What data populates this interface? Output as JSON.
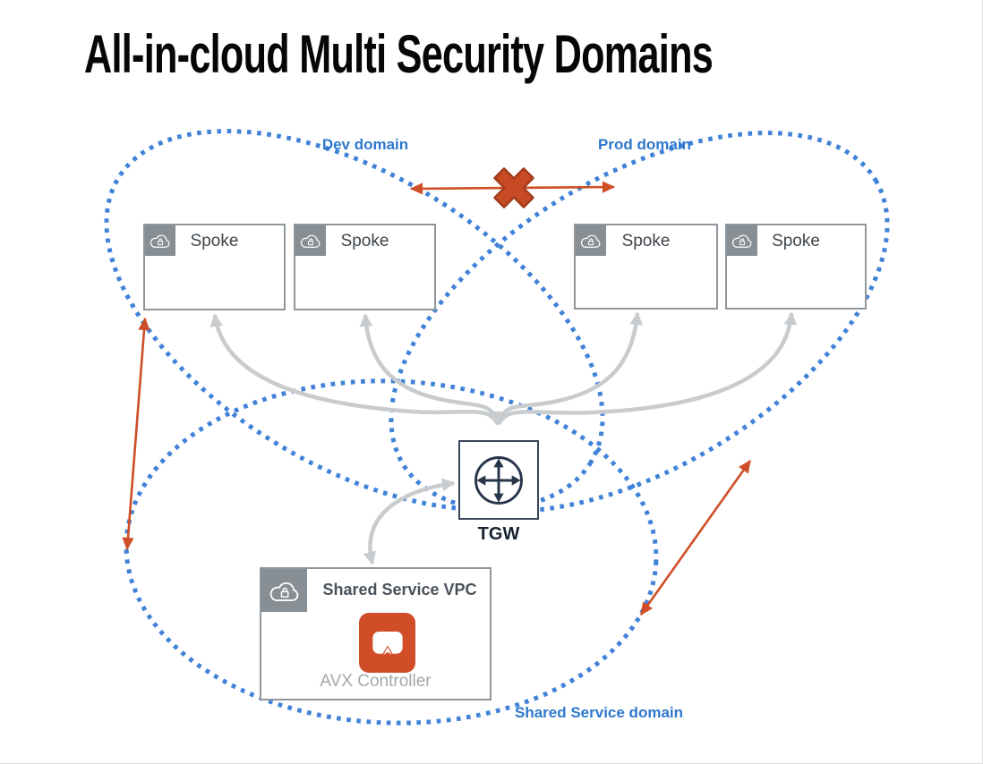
{
  "title": "All-in-cloud Multi Security Domains",
  "domains": {
    "dev": {
      "label": "Dev domain"
    },
    "prod": {
      "label": "Prod domain"
    },
    "shared": {
      "label": "Shared Service domain"
    }
  },
  "spokes": [
    {
      "label": "Spoke"
    },
    {
      "label": "Spoke"
    },
    {
      "label": "Spoke"
    },
    {
      "label": "Spoke"
    }
  ],
  "tgw": {
    "label": "TGW"
  },
  "shared_service_vpc": {
    "title": "Shared Service VPC",
    "controller_label": "AVX Controller"
  },
  "icons": {
    "spoke_tab": "cloud-lock-icon",
    "vpc_tab": "cloud-lock-icon",
    "tgw": "transit-gateway-icon",
    "controller": "avx-controller-icon",
    "blocked": "cross-icon"
  },
  "colors": {
    "domain_outline": "#3F82D8",
    "domain_label": "#2E78CC",
    "blocked_arrow": "#CE4E27",
    "cross_fill": "#C64B25",
    "cross_outline": "#A33C1C",
    "flow_arrow": "#C9CCCE",
    "box_border": "#8F979C",
    "tab_fill": "#878F94",
    "box_text": "#3F464C",
    "muted_text": "#A3A8AC",
    "tgw_ink": "#27354A",
    "avx_orange": "#D14D28"
  }
}
